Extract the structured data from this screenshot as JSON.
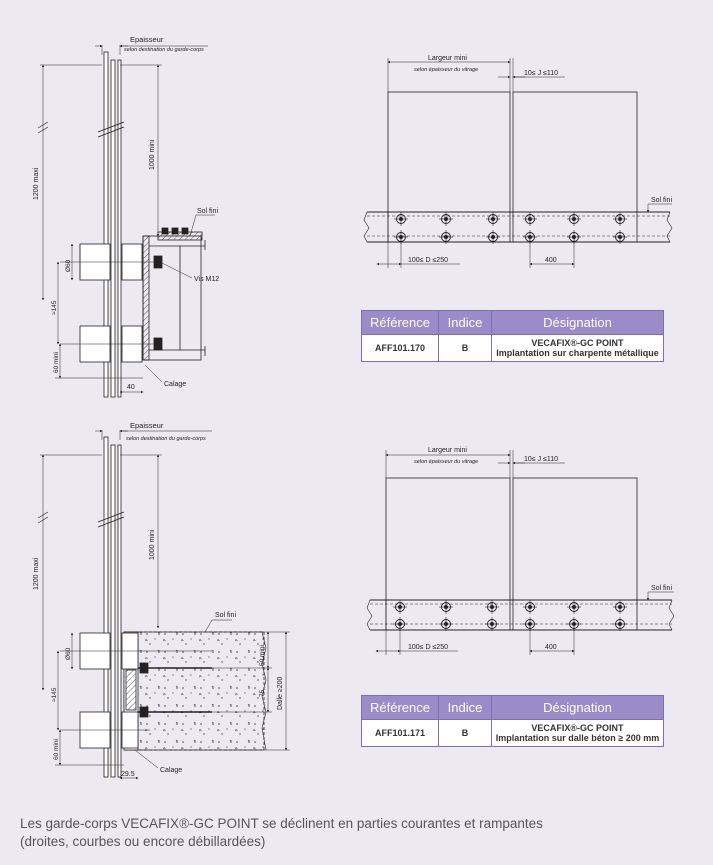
{
  "section1": {
    "epaisseur": "Epaisseur",
    "epaisseur_note": "selon destination du garde-corps",
    "dim_1200": "1200 maxi",
    "dim_1000": "1000 mini",
    "sol_fini": "Sol fini",
    "dim_d60": "Ø60",
    "vis": "Vis M12",
    "dim_145": "≈145",
    "dim_60": "60 mini",
    "dim_40": "40",
    "calage": "Calage"
  },
  "section2": {
    "epaisseur": "Epaisseur",
    "epaisseur_note": "selon destination du garde-corps",
    "dim_1200": "1200 maxi",
    "dim_1000": "1000 mini",
    "sol_fini": "Sol fini",
    "dim_d60": "Ø60",
    "dim_145": "≈145",
    "dim_60": "60 mini",
    "dim_50": "50 mini",
    "dim_75": "75",
    "dalle": "Dalle ≥200",
    "dim_295": "29.5",
    "calage": "Calage"
  },
  "elevation1": {
    "largeur": "Largeur mini",
    "largeur_note": "selon épaisseur du vitrage",
    "joint": "10≤ J ≤110",
    "sol_fini": "Sol fini",
    "dist_d": "100≤ D ≤250",
    "dist_400": "400"
  },
  "elevation2": {
    "largeur": "Largeur mini",
    "largeur_note": "selon épaisseur du vitrage",
    "joint": "10≤ J ≤110",
    "sol_fini": "Sol fini",
    "dist_d": "100≤ D ≤250",
    "dist_400": "400"
  },
  "table1": {
    "headers": [
      "Référence",
      "Indice",
      "Désignation"
    ],
    "reference": "AFF101.170",
    "indice": "B",
    "designation_line1": "VECAFIX®-GC POINT",
    "designation_line2": "Implantation sur charpente métallique"
  },
  "table2": {
    "headers": [
      "Référence",
      "Indice",
      "Désignation"
    ],
    "reference": "AFF101.171",
    "indice": "B",
    "designation_line1": "VECAFIX®-GC POINT",
    "designation_line2": "Implantation sur dalle béton ≥ 200 mm"
  },
  "caption": {
    "line1": "Les garde-corps VECAFIX®-GC POINT se déclinent en parties courantes et rampantes",
    "line2": "(droites, courbes ou encore débillardées)"
  },
  "colors": {
    "header": "#9b8cc9",
    "border": "#7e6fb0",
    "background": "#ede9f1"
  }
}
